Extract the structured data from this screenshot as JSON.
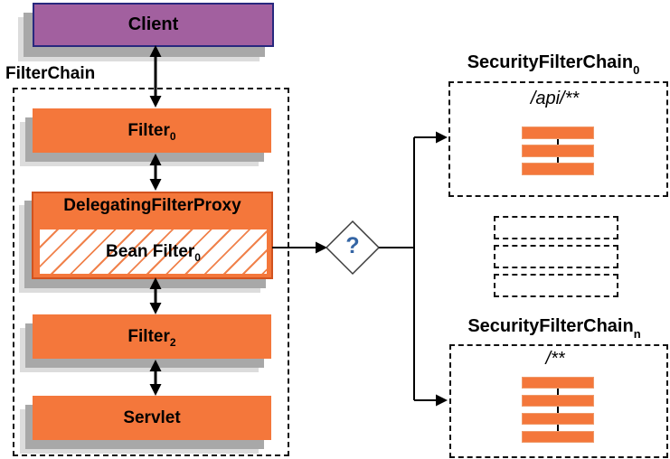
{
  "client": {
    "label": "Client"
  },
  "filterChain": {
    "title": "FilterChain",
    "filter0": {
      "label": "Filter",
      "sub": "0"
    },
    "delegatingFilterProxy": {
      "title": "DelegatingFilterProxy"
    },
    "beanFilter": {
      "label": "Bean Filter",
      "sub": "0"
    },
    "filter2": {
      "label": "Filter",
      "sub": "2"
    },
    "servlet": {
      "label": "Servlet"
    }
  },
  "decision": {
    "label": "?"
  },
  "securityFilterChain0": {
    "title": "SecurityFilterChain",
    "sub": "0",
    "pattern": "/api/**",
    "filter_count": 3
  },
  "securityFilterChainN": {
    "title": "SecurityFilterChain",
    "sub": "n",
    "pattern": "/**",
    "filter_count": 4
  },
  "placeholders": {
    "count": 3
  },
  "colors": {
    "box_orange": "#f4773b",
    "box_orange_border": "#d1531f",
    "hatch_orange": "#f0824c",
    "client_purple": "#a2609f",
    "client_border_navy": "#28287e",
    "shadow_gray": "#a8a8a8",
    "shadow_light_gray": "#dcdcdc",
    "question_mark_blue": "#3465a4",
    "line_black": "#000000"
  }
}
